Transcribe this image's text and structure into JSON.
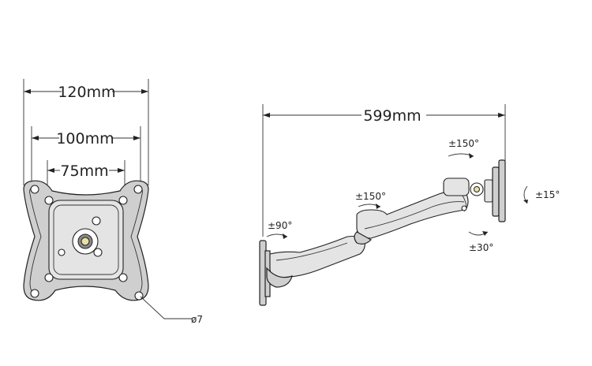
{
  "front_view": {
    "width_outer": "120mm",
    "width_mid": "100mm",
    "width_inner": "75mm",
    "hole_diameter": "ø7"
  },
  "side_view": {
    "reach": "599mm",
    "wall_rotation": "±90°",
    "elbow_rotation": "±150°",
    "head_rotation": "±150°",
    "tilt": "±15°",
    "swivel": "±30°"
  }
}
